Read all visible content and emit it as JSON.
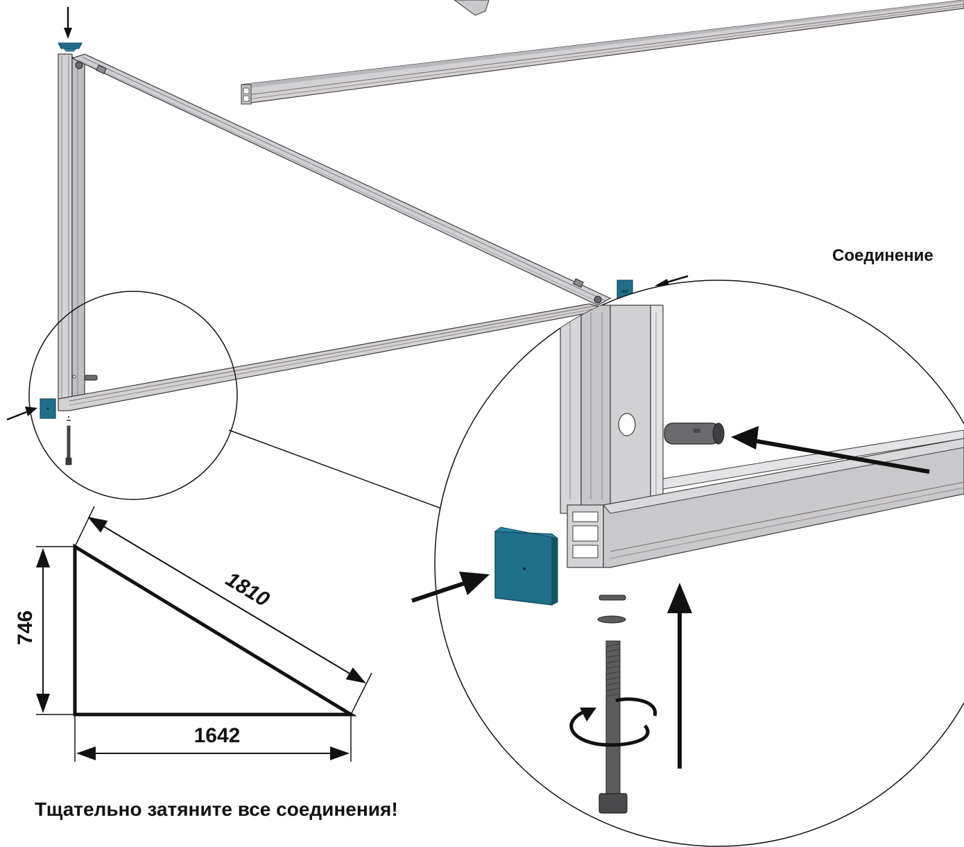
{
  "colors": {
    "profile_fill": "#cfcfd2",
    "profile_dark": "#a9a9ad",
    "profile_edge": "#3a3a3a",
    "cap_teal": "#1f6f8a",
    "cap_teal_dark": "#144b5e",
    "bolt_dark": "#4a4a4a",
    "line": "#111111"
  },
  "labels": {
    "connection": "Соединение",
    "tighten_note": "Тщательно затяните все соединения!"
  },
  "dimensions": {
    "height": "746",
    "hypotenuse": "1810",
    "base": "1642"
  },
  "icons": [
    "arrow-icon",
    "rotate-icon",
    "end-cap-icon",
    "bolt-icon",
    "pin-icon"
  ]
}
